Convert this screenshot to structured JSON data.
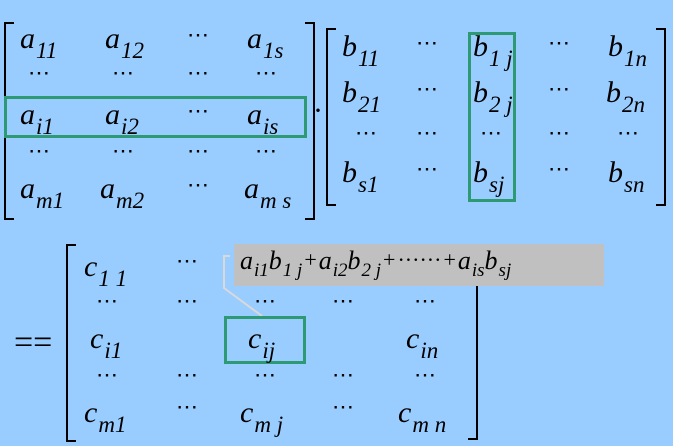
{
  "colors": {
    "background": "#99ccff",
    "highlight": "#2e9a74",
    "expression_bg": "#c0c0c0"
  },
  "dots": "⋯",
  "matrix_a": {
    "rows": [
      [
        [
          "a",
          "11"
        ],
        [
          "a",
          "12"
        ],
        null,
        [
          "a",
          "1s"
        ]
      ],
      [
        null,
        null,
        null,
        null
      ],
      [
        [
          "a",
          "i1"
        ],
        [
          "a",
          "i2"
        ],
        null,
        [
          "a",
          "is"
        ]
      ],
      [
        null,
        null,
        null,
        null
      ],
      [
        [
          "a",
          "m1"
        ],
        [
          "a",
          "m2"
        ],
        null,
        [
          "a",
          "m s"
        ]
      ]
    ]
  },
  "dot_operator": "·",
  "matrix_b": {
    "rows": [
      [
        [
          "b",
          "11"
        ],
        null,
        [
          "b",
          "1 j"
        ],
        null,
        [
          "b",
          "1n"
        ]
      ],
      [
        [
          "b",
          "21"
        ],
        null,
        [
          "b",
          "2 j"
        ],
        null,
        [
          "b",
          "2n"
        ]
      ],
      [
        null,
        null,
        null,
        null,
        null
      ],
      [
        [
          "b",
          "s1"
        ],
        null,
        [
          "b",
          "sj"
        ],
        null,
        [
          "b",
          "sn"
        ]
      ]
    ]
  },
  "equals_sign": "==",
  "matrix_c": {
    "rows": [
      [
        [
          "c",
          "1 1"
        ],
        null,
        null,
        null,
        null
      ],
      [
        null,
        null,
        null,
        null,
        null
      ],
      [
        [
          "c",
          "i1"
        ],
        null,
        [
          "c",
          "ij"
        ],
        null,
        [
          "c",
          "in"
        ]
      ],
      [
        null,
        null,
        null,
        null,
        null
      ],
      [
        [
          "c",
          "m1"
        ],
        null,
        [
          "c",
          "m j"
        ],
        null,
        [
          "c",
          "m n"
        ]
      ]
    ]
  },
  "expression": {
    "terms": [
      [
        [
          "a",
          "i1"
        ],
        [
          "b",
          "1 j"
        ]
      ],
      [
        [
          "a",
          "i2"
        ],
        [
          "b",
          "2 j"
        ]
      ],
      [
        [
          "a",
          "is"
        ],
        [
          "b",
          "sj"
        ]
      ]
    ],
    "plus": "+",
    "ellipsis": "······"
  }
}
